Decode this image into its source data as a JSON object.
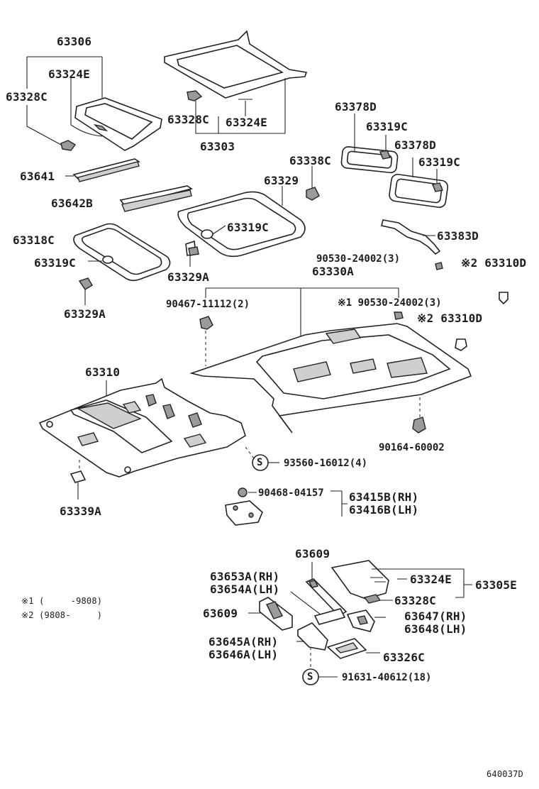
{
  "labels": {
    "p63306": "63306",
    "p63324E_a": "63324E",
    "p63328C_a": "63328C",
    "p63328C_b": "63328C",
    "p63324E_b": "63324E",
    "p63303": "63303",
    "p63378D_a": "63378D",
    "p63319C_a": "63319C",
    "p63378D_b": "63378D",
    "p63338C": "63338C",
    "p63319C_b": "63319C",
    "p63641": "63641",
    "p63329": "63329",
    "p63642B": "63642B",
    "p63318C": "63318C",
    "p63319C_c": "63319C",
    "p63383D": "63383D",
    "p90530_a": "90530-24002(3)",
    "p63310D_a": "※2 63310D",
    "p63319C_d": "63319C",
    "p63330A": "63330A",
    "p63329A_a": "63329A",
    "p63329A_b": "63329A",
    "p90467": "90467-11112(2)",
    "p90530_b": "※1 90530-24002(3)",
    "p63310D_b": "※2 63310D",
    "p63310": "63310",
    "p90164": "90164-60002",
    "p93560": "93560-16012(4)",
    "p90468": "90468-04157",
    "p63415B": "63415B(RH)",
    "p63416B": "63416B(LH)",
    "p63339A": "63339A",
    "p63609_a": "63609",
    "p63653A": "63653A(RH)",
    "p63654A": "63654A(LH)",
    "p63324E_c": "63324E",
    "p63305E": "63305E",
    "p63328C_c": "63328C",
    "p63609_b": "63609",
    "p63647": "63647(RH)",
    "p63648": "63648(LH)",
    "p63645A": "63645A(RH)",
    "p63646A": "63646A(LH)",
    "p63326C": "63326C",
    "p91631": "91631-40612(18)",
    "s_symbol_a": "S",
    "s_symbol_b": "S"
  },
  "notes": {
    "note1": "※1 (     -9808)",
    "note2": "※2 (9808-     )"
  },
  "figure_code": "640037D"
}
